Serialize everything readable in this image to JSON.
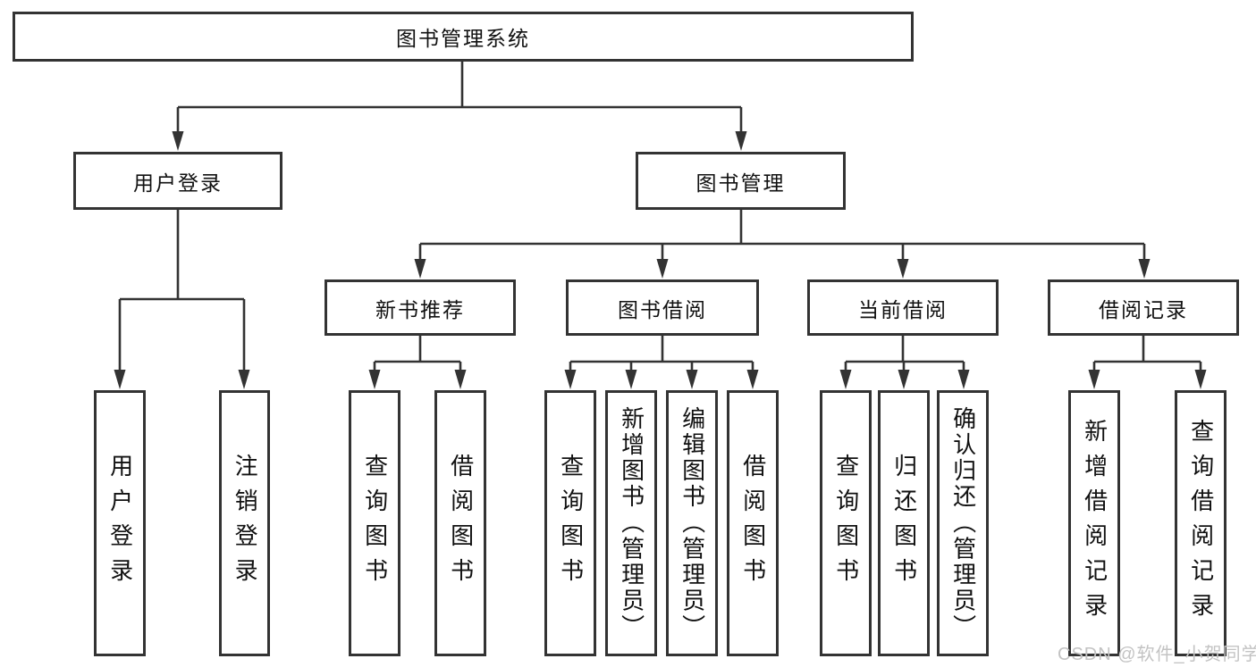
{
  "diagram": {
    "root_label": "图书管理系统",
    "level2": {
      "user_login": "用户登录",
      "book_management": "图书管理"
    },
    "level3": {
      "new_book": "新书推荐",
      "book_borrow": "图书借阅",
      "current_borrow": "当前借阅",
      "borrow_records": "借阅记录"
    },
    "leaves": {
      "user_login": [
        "用户登录",
        "注销登录"
      ],
      "new_book": [
        "查询图书",
        "借阅图书"
      ],
      "book_borrow": [
        "查询图书",
        "新增图书（管理员）",
        "编辑图书（管理员）",
        "借阅图书"
      ],
      "current_borrow": [
        "查询图书",
        "归还图书",
        "确认归还（管理员）"
      ],
      "borrow_records": [
        "新增借阅记录",
        "查询借阅记录"
      ]
    },
    "watermark": "CSDN @软件_小贺同学",
    "colors": {
      "line": "#333333",
      "text": "#111111",
      "watermark": "#c3c3c3",
      "background": "#ffffff"
    }
  }
}
